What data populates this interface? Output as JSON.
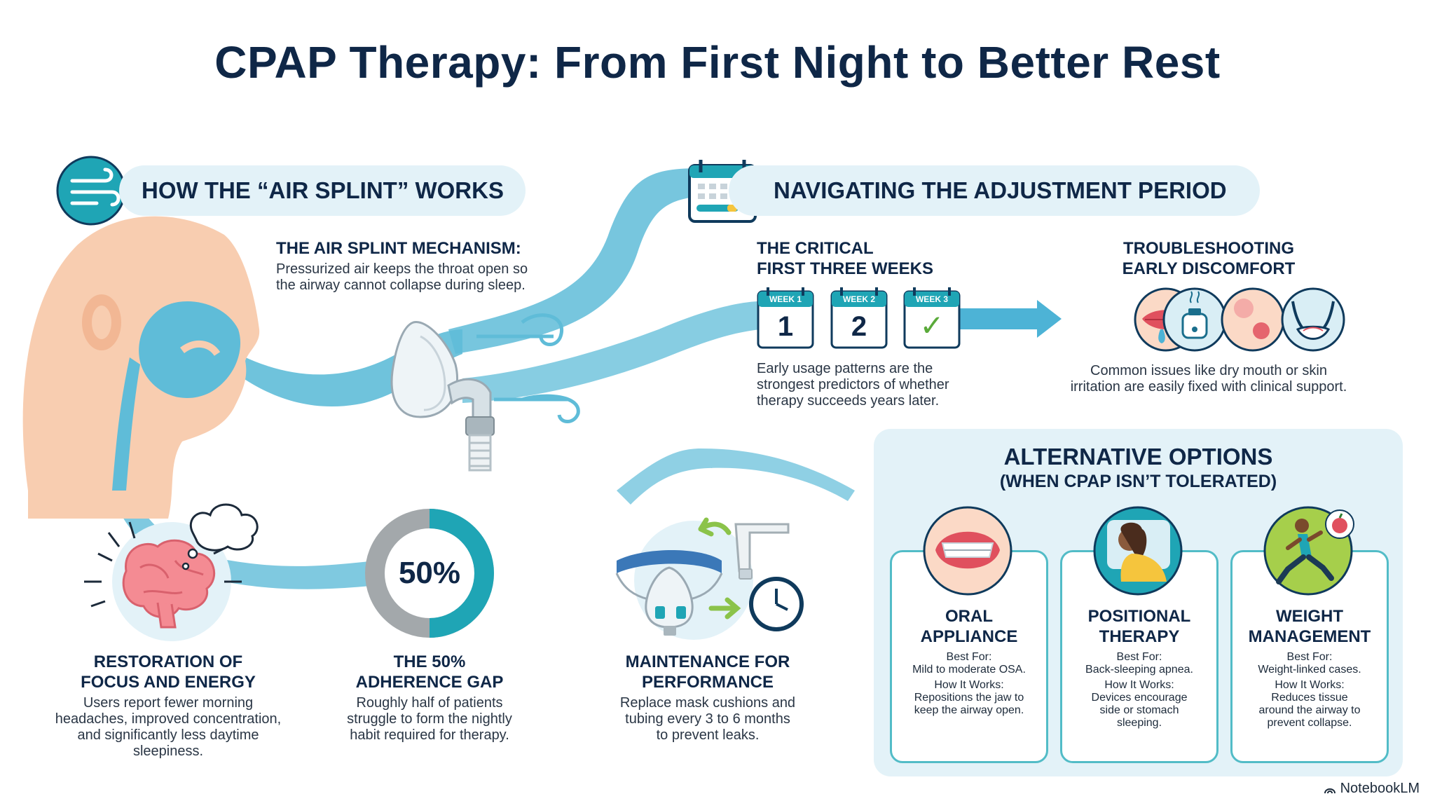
{
  "title": "CPAP Therapy: From First Night to Better Rest",
  "sections": {
    "air_splint": {
      "header": "HOW THE “AIR SPLINT” WORKS",
      "mechanism_title": "THE AIR SPLINT MECHANISM:",
      "mechanism_text_1": "Pressurized air keeps the throat open so",
      "mechanism_text_2": "the airway cannot collapse during sleep."
    },
    "adjustment": {
      "header": "NAVIGATING THE ADJUSTMENT PERIOD",
      "critical_title_1": "THE CRITICAL",
      "critical_title_2": "FIRST THREE WEEKS",
      "weeks": [
        {
          "label": "WEEK 1",
          "value": "1"
        },
        {
          "label": "WEEK 2",
          "value": "2"
        },
        {
          "label": "WEEK 3",
          "value": "✓"
        }
      ],
      "critical_text_1": "Early usage patterns are the",
      "critical_text_2": "strongest predictors of whether",
      "critical_text_3": "therapy succeeds years later.",
      "trouble_title_1": "TROUBLESHOOTING",
      "trouble_title_2": "EARLY DISCOMFORT",
      "trouble_text_1": "Common issues like dry mouth or skin",
      "trouble_text_2": "irritation are easily fixed with clinical support."
    },
    "outcomes": {
      "focus_title_1": "RESTORATION OF",
      "focus_title_2": "FOCUS AND ENERGY",
      "focus_text_1": "Users report fewer morning",
      "focus_text_2": "headaches, improved concentration,",
      "focus_text_3": "and significantly less daytime",
      "focus_text_4": "sleepiness.",
      "gap_value": "50%",
      "gap_fraction": 0.5,
      "gap_title_1": "THE 50%",
      "gap_title_2": "ADHERENCE GAP",
      "gap_text_1": "Roughly half of patients",
      "gap_text_2": "struggle to form the nightly",
      "gap_text_3": "habit required for therapy.",
      "maint_title_1": "MAINTENANCE FOR",
      "maint_title_2": "PERFORMANCE",
      "maint_text_1": "Replace mask cushions and",
      "maint_text_2": "tubing every 3 to 6 months",
      "maint_text_3": "to prevent leaks."
    },
    "alternatives": {
      "title_1": "ALTERNATIVE OPTIONS",
      "title_2": "(WHEN CPAP ISN’T TOLERATED)",
      "best_for_label": "Best For:",
      "how_label": "How It Works:",
      "cards": [
        {
          "name_1": "ORAL",
          "name_2": "APPLIANCE",
          "best_for": "Mild to moderate OSA.",
          "how_1": "Repositions the jaw to",
          "how_2": "keep the airway open.",
          "how_3": ""
        },
        {
          "name_1": "POSITIONAL",
          "name_2": "THERAPY",
          "best_for": "Back-sleeping apnea.",
          "how_1": "Devices encourage",
          "how_2": "side or stomach",
          "how_3": "sleeping."
        },
        {
          "name_1": "WEIGHT",
          "name_2": "MANAGEMENT",
          "best_for": "Weight-linked cases.",
          "how_1": "Reduces tissue",
          "how_2": "around the airway to",
          "how_3": "prevent collapse."
        }
      ]
    }
  },
  "footer": "NotebookLM",
  "colors": {
    "navy": "#0f2747",
    "teal": "#1fa5b5",
    "flow": "#5fbcd8",
    "pale": "#e3f2f8",
    "skin": "#f6c2a2",
    "gray": "#a3a8ab"
  }
}
